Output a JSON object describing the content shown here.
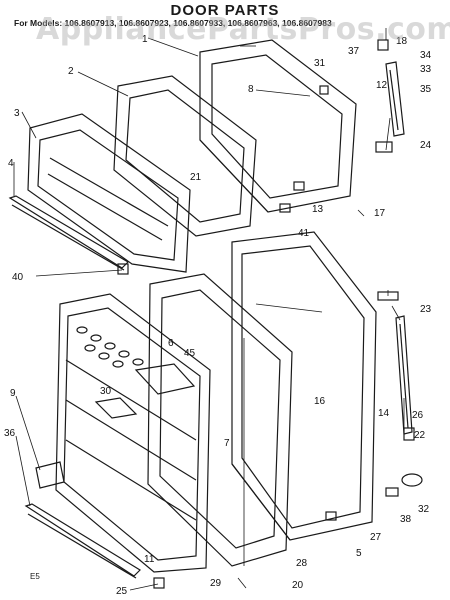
{
  "header": {
    "title": "DOOR PARTS",
    "models_prefix": "For Models:",
    "models": [
      "106.8607913,",
      "106.8607923,",
      "106.8607933,",
      "106.8607963,",
      "106.8607983"
    ]
  },
  "watermark": "AppliancePartsPros.com",
  "corner_code": "E5",
  "callouts": [
    "1",
    "2",
    "3",
    "4",
    "5",
    "6",
    "7",
    "8",
    "9",
    "11",
    "12",
    "13",
    "14",
    "16",
    "17",
    "18",
    "20",
    "21",
    "22",
    "23",
    "24",
    "25",
    "26",
    "27",
    "28",
    "29",
    "30",
    "31",
    "32",
    "33",
    "34",
    "35",
    "36",
    "37",
    "38",
    "40",
    "41",
    "45"
  ],
  "colors": {
    "line": "#1a1a1a",
    "watermark": "#aaaaaa",
    "background": "#ffffff"
  }
}
